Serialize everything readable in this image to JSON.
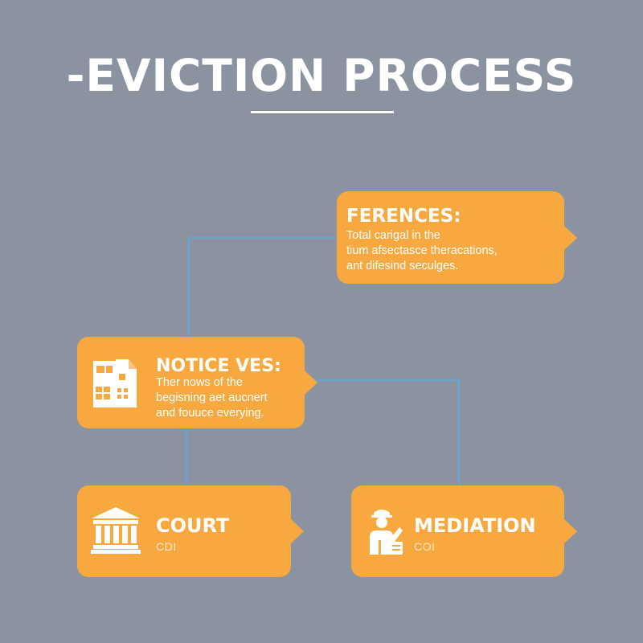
{
  "title": "-EVICTION PROCESS",
  "colors": {
    "background": "#8b93a1",
    "card": "#f7a940",
    "connector": "#6fa2c8",
    "text": "#ffffff"
  },
  "nodes": {
    "ferences": {
      "title": "FERENCES:",
      "lines": [
        "Total carigal in the",
        "tium afsectasce theracations,",
        "ant difesind seculges."
      ]
    },
    "notice": {
      "title": "NOTICE VES:",
      "lines": [
        "Ther nows of the",
        "begisning aet aucnert",
        "and fouuce everying."
      ],
      "icon": "document-building-icon"
    },
    "court": {
      "title": "COURT",
      "subtitle": "CDI",
      "icon": "courthouse-icon"
    },
    "mediation": {
      "title": "MEDIATION",
      "subtitle": "COI",
      "icon": "mediator-person-icon"
    }
  }
}
